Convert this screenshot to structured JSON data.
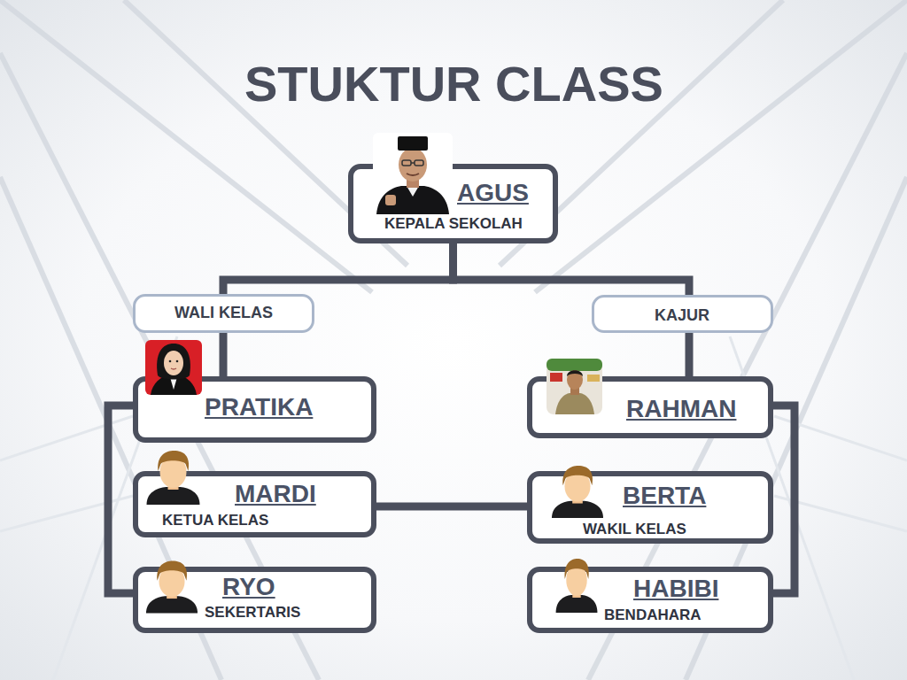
{
  "diagram": {
    "title": "STUKTUR CLASS",
    "nodes": [
      {
        "text": [
          "AGUS",
          "KEPALA SEKOLAH"
        ]
      },
      {
        "text": [
          "WALI KELAS"
        ]
      },
      {
        "text": [
          "KAJUR"
        ]
      },
      {
        "text": [
          "PRATIKA"
        ]
      },
      {
        "text": [
          "RAHMAN"
        ]
      },
      {
        "text": [
          "MARDI",
          "KETUA KELAS"
        ]
      },
      {
        "text": [
          "BERTA",
          "WAKIL KELAS"
        ]
      },
      {
        "text": [
          "RYO",
          "SEKERTARIS"
        ]
      },
      {
        "text": [
          "HABIBI",
          "BENDAHARA"
        ]
      }
    ],
    "edges": [
      {
        "from": 0,
        "to": 1,
        "arrow": "none"
      },
      {
        "from": 0,
        "to": 2,
        "arrow": "none"
      },
      {
        "from": 1,
        "to": 3,
        "arrow": "none"
      },
      {
        "from": 2,
        "to": 4,
        "arrow": "none"
      },
      {
        "from": 3,
        "to": 7,
        "arrow": "none"
      },
      {
        "from": 5,
        "to": 6,
        "arrow": "none"
      },
      {
        "from": 4,
        "to": 8,
        "arrow": "none"
      }
    ]
  }
}
